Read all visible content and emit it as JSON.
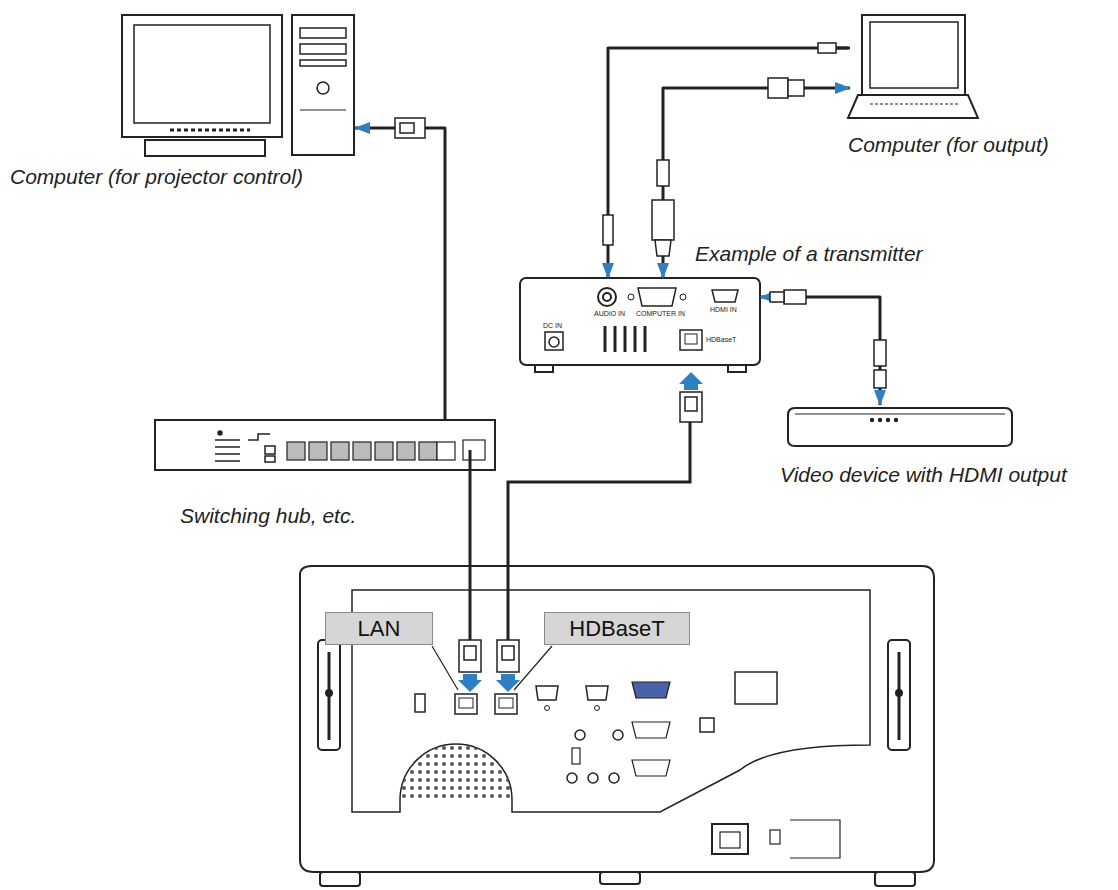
{
  "diagram": {
    "nodes": [
      {
        "text": [
          "Computer (for projector control)"
        ]
      },
      {
        "text": [
          "Computer (for output)"
        ]
      },
      {
        "text": [
          "Example of a transmitter"
        ]
      },
      {
        "text": [
          "Video device with HDMI output"
        ]
      },
      {
        "text": [
          "Switching hub, etc."
        ]
      },
      {
        "text": [
          "LAN"
        ]
      },
      {
        "text": [
          "HDBaseT"
        ]
      }
    ],
    "edges": [
      {
        "from": 4,
        "to": 0,
        "arrow": "to"
      },
      {
        "from": 1,
        "to": 2,
        "arrow": "to"
      },
      {
        "from": 1,
        "to": 2,
        "arrow": "both"
      },
      {
        "from": 3,
        "to": 2,
        "arrow": "both"
      }
    ],
    "labels": [
      "AUDIO IN",
      "COMPUTER IN",
      "HDMI IN",
      "DC IN",
      "HDBaseT"
    ]
  }
}
